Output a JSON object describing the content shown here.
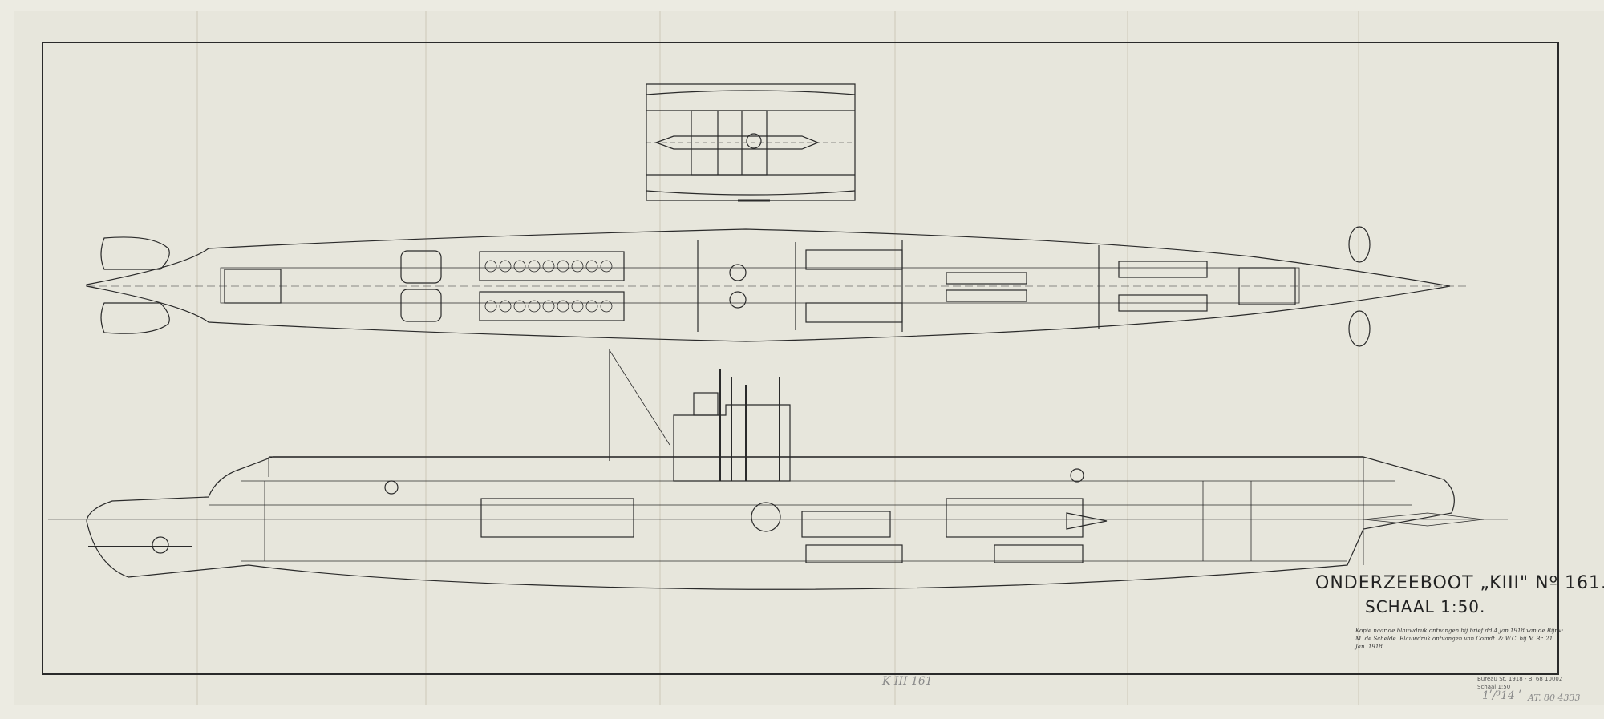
{
  "drawing": {
    "title": "ONDERZEEBOOT „KIII\" Nº 161.",
    "scale": "SCHAAL 1:50.",
    "handwritten_note": "Kopie naar de blauwdruk ontvangen bij brief dd 4 Jan 1918 van de Bijnv: M. de Schelde. Blauwdruk ontvangen van Comdt. & W.C. bij M.Br. 21 Jan. 1918.",
    "archive_stamp_1": "Bureau St. 1918 - B. 68 10002",
    "archive_stamp_2": "Schaal 1:50",
    "pencil_mark_1": "K III 161",
    "pencil_mark_2": "1ʹ/³14 ʹ",
    "pencil_mark_3": "AT. 80 4333"
  },
  "colors": {
    "paper": "#e7e6dc",
    "ink": "#2a2a2a"
  }
}
